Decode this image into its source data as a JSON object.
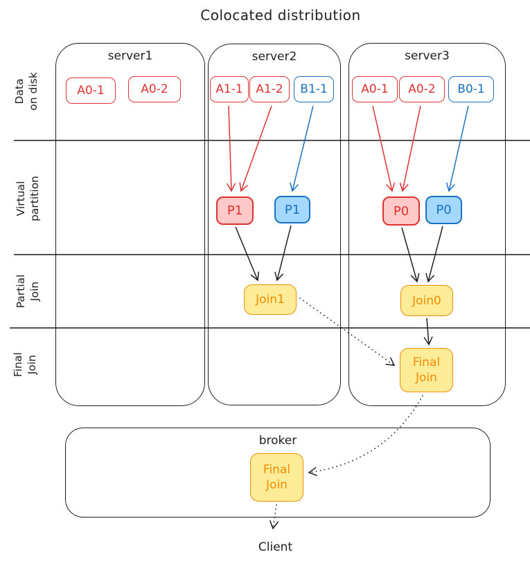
{
  "title": "Colocated distribution",
  "rows": [
    {
      "line1": "Data",
      "line2": "on disk"
    },
    {
      "line1": "Virtual",
      "line2": "partition"
    },
    {
      "line1": "Partial",
      "line2": "Join"
    },
    {
      "line1": "Final",
      "line2": "Join"
    }
  ],
  "servers": [
    {
      "name": "server1",
      "chunks": [
        {
          "label": "A0-1"
        },
        {
          "label": "A0-2"
        }
      ]
    },
    {
      "name": "server2",
      "chunks": [
        {
          "label": "A1-1"
        },
        {
          "label": "A1-2"
        },
        {
          "label": "B1-1"
        }
      ]
    },
    {
      "name": "server3",
      "chunks": [
        {
          "label": "A0-1"
        },
        {
          "label": "A0-2"
        },
        {
          "label": "B0-1"
        }
      ]
    }
  ],
  "partitions": [
    {
      "label": "P1",
      "color": "red"
    },
    {
      "label": "P1",
      "color": "blue"
    },
    {
      "label": "P0",
      "color": "red"
    },
    {
      "label": "P0",
      "color": "blue"
    }
  ],
  "joins": {
    "join1": {
      "label": "Join1"
    },
    "join0": {
      "label": "Join0"
    },
    "final_server": {
      "line1": "Final",
      "line2": "Join"
    },
    "final_broker": {
      "line1": "Final",
      "line2": "Join"
    }
  },
  "broker": {
    "name": "broker"
  },
  "client": {
    "label": "Client"
  },
  "colors": {
    "ink": "#1e1e1e",
    "red_stroke": "#e03131",
    "red_fill": "#ffc9c9",
    "blue_stroke": "#1971c2",
    "blue_fill": "#a5d8ff",
    "orange_stroke": "#f08c00",
    "yellow_fill": "#ffec99"
  }
}
